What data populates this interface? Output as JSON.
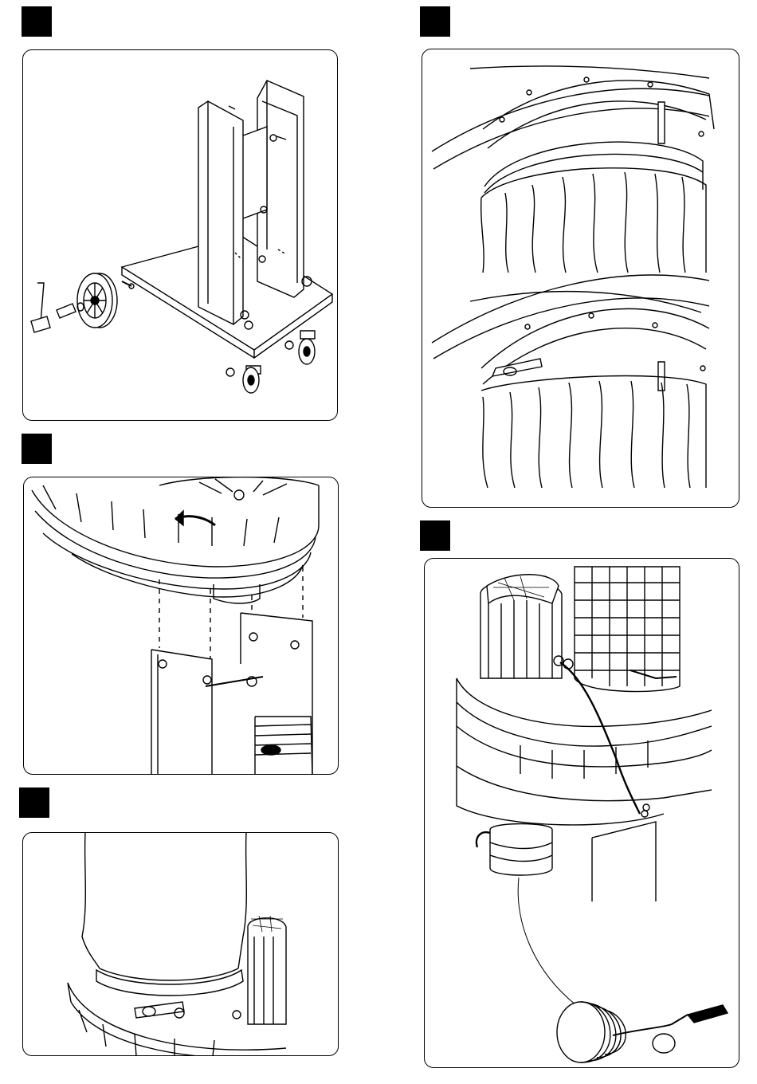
{
  "page": {
    "background": "#ffffff",
    "ink": "#000000"
  },
  "figures": [
    {
      "id": "fig-stand-assembly",
      "icon": "stand-wheels-illustration"
    },
    {
      "id": "fig-motor-mounting",
      "icon": "motor-base-illustration"
    },
    {
      "id": "fig-bag-fitting",
      "icon": "filter-bag-illustration"
    },
    {
      "id": "fig-bag-clamp",
      "icon": "bag-clamp-illustration"
    },
    {
      "id": "fig-earthing",
      "icon": "earth-wire-illustration"
    }
  ]
}
